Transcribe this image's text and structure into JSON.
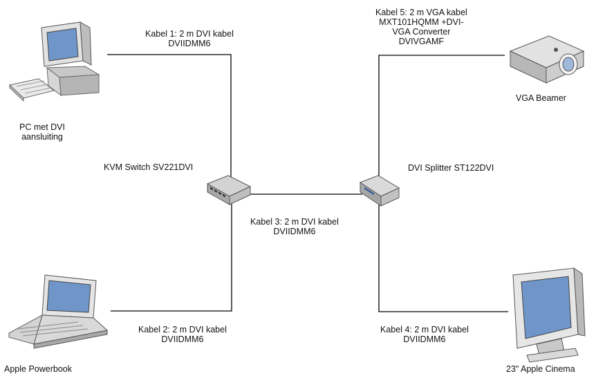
{
  "devices": {
    "pc": {
      "label_lines": [
        "PC met DVI",
        "aansluiting"
      ],
      "icon": "desktop-pc-icon"
    },
    "laptop": {
      "label": "Apple Powerbook",
      "icon": "laptop-icon"
    },
    "kvm": {
      "label": "KVM Switch SV221DVI",
      "icon": "kvm-switch-icon"
    },
    "splitter": {
      "label": "DVI Splitter ST122DVI",
      "icon": "dvi-splitter-icon"
    },
    "projector": {
      "label": "VGA Beamer",
      "icon": "projector-icon"
    },
    "monitor": {
      "label": "23\" Apple Cinema",
      "icon": "monitor-icon"
    }
  },
  "cables": {
    "c1": [
      "Kabel 1:  2 m DVI kabel",
      "DVIIDMM6"
    ],
    "c2": [
      "Kabel 2:  2 m DVI kabel",
      "DVIIDMM6"
    ],
    "c3": [
      "Kabel 3:  2 m DVI kabel",
      "DVIIDMM6"
    ],
    "c4": [
      "Kabel 4:  2 m DVI kabel",
      "DVIIDMM6"
    ],
    "c5": [
      "Kabel 5:  2 m VGA kabel",
      "MXT101HQMM +DVI-",
      "VGA Converter",
      "DVIVGAMF"
    ]
  },
  "colors": {
    "wire": "#000000",
    "device_body": "#d9d9d9",
    "screen": "#6f95c9"
  }
}
